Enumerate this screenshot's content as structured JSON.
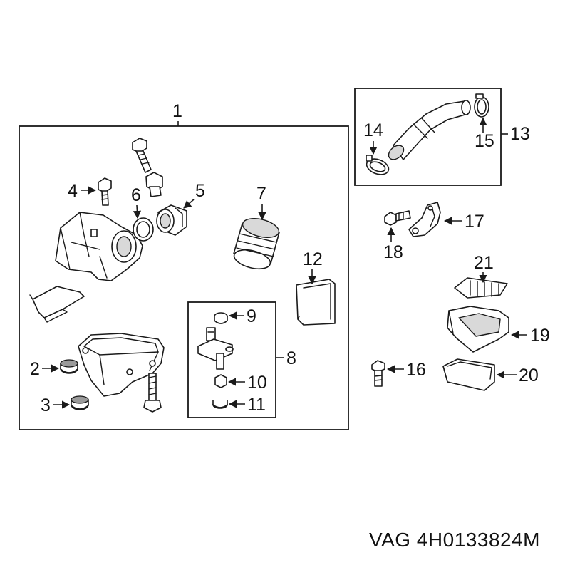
{
  "callouts": {
    "c1": "1",
    "c2": "2",
    "c3": "3",
    "c4": "4",
    "c5": "5",
    "c6": "6",
    "c7": "7",
    "c8": "8",
    "c9": "9",
    "c10": "10",
    "c11": "11",
    "c12": "12",
    "c13": "13",
    "c14": "14",
    "c15": "15",
    "c16": "16",
    "c17": "17",
    "c18": "18",
    "c19": "19",
    "c20": "20",
    "c21": "21"
  },
  "part_number": "VAG 4H0133824M"
}
